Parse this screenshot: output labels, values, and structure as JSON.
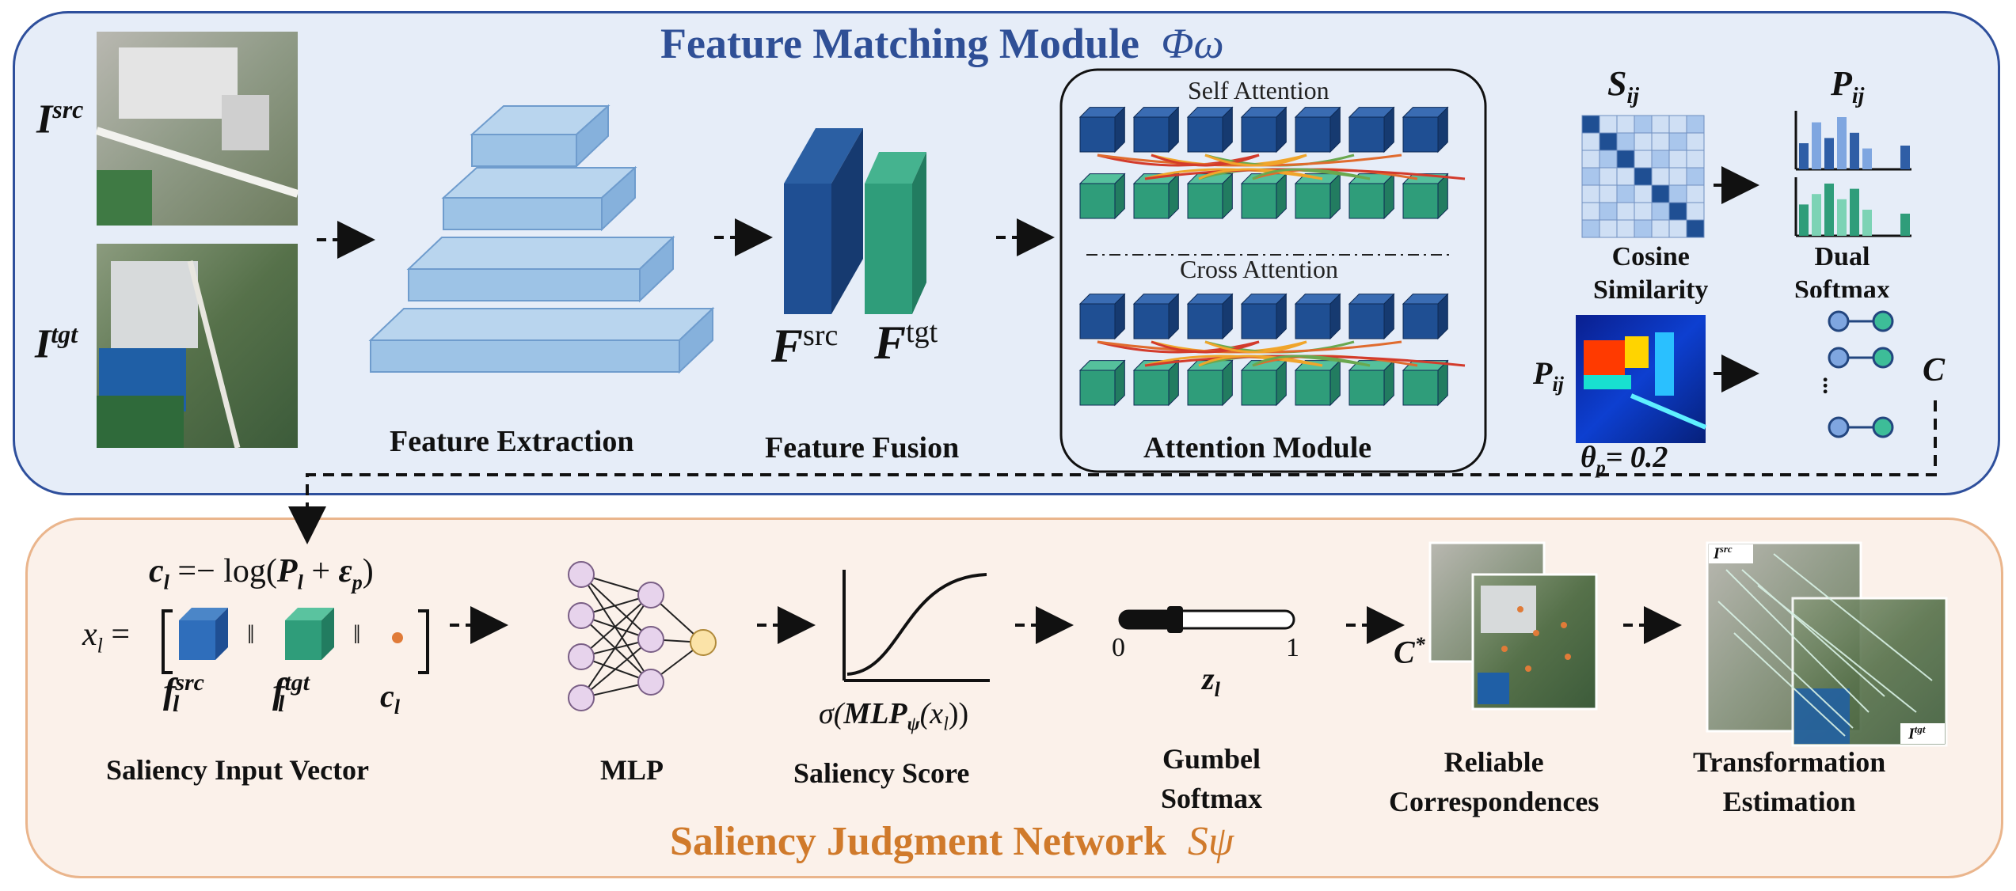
{
  "top": {
    "title": "Feature Matching Module",
    "title_symbol": "Φω",
    "labels": {
      "i_src": "I",
      "i_src_sup": "src",
      "i_tgt": "I",
      "i_tgt_sup": "tgt",
      "feature_extraction": "Feature Extraction",
      "feature_fusion": "Feature Fusion",
      "f_src": "F",
      "f_src_sup": "src",
      "f_tgt": "F",
      "f_tgt_sup": "tgt",
      "self_attention": "Self Attention",
      "cross_attention": "Cross Attention",
      "attention_module": "Attention Module",
      "s_ij": "S",
      "s_ij_sub": "ij",
      "p_ij_top": "P",
      "p_ij_top_sub": "ij",
      "cosine_similarity_1": "Cosine",
      "cosine_similarity_2": "Similarity",
      "dual_softmax_1": "Dual",
      "dual_softmax_2": "Softmax",
      "p_ij_map": "P",
      "p_ij_map_sub": "ij",
      "theta": "θ",
      "theta_sub": "p",
      "theta_value": "= 0.2",
      "c": "C",
      "ellipsis": "..."
    }
  },
  "bottom": {
    "title": "Saliency Judgment Network",
    "title_symbol": "Sψ",
    "labels": {
      "c_formula": "c",
      "c_formula_sub": "l",
      "c_formula_rest": " =− log(",
      "c_formula_p": "P",
      "c_formula_p_sub": "l",
      "c_formula_plus": " + ",
      "c_formula_eps": "ε",
      "c_formula_eps_sub": "p",
      "c_formula_close": ")",
      "x_l": "x",
      "x_l_sub": "l",
      "x_eq": " =",
      "concat1": "‖",
      "concat2": "‖",
      "f_src": "f",
      "f_src_sub": "l",
      "f_src_sup": "src",
      "f_tgt": "f",
      "f_tgt_sub": "l",
      "f_tgt_sup": "tgt",
      "c_l": "c",
      "c_l_sub": "l",
      "saliency_input_vector": "Saliency Input Vector",
      "mlp": "MLP",
      "sigma": "σ(",
      "sigma_mlp": "MLP",
      "sigma_psi": "ψ",
      "sigma_x": "(x",
      "sigma_l": "l",
      "sigma_close": "))",
      "saliency_score": "Saliency Score",
      "slider_zero": "0",
      "slider_one": "1",
      "z": "z",
      "z_sub": "l",
      "gumbel_1": "Gumbel",
      "gumbel_2": "Softmax",
      "c_star": "C",
      "c_star_sup": "*",
      "reliable_1": "Reliable",
      "reliable_2": "Correspondences",
      "img_src_tag": "I",
      "img_src_tag_sup": "src",
      "img_tgt_tag": "I",
      "img_tgt_tag_sup": "tgt",
      "transform_1": "Transformation",
      "transform_2": "Estimation"
    }
  },
  "colors": {
    "top_bg": "#e6edf8",
    "top_border": "#2e4f9c",
    "bottom_bg": "#fbf1ea",
    "bottom_border": "#eab58c",
    "src_blue": "#1f4f93",
    "tgt_green": "#2f9d7a",
    "pyramid": "#9dc3e6",
    "title_blue": "#2f4f96",
    "title_orange": "#d07a2b"
  }
}
